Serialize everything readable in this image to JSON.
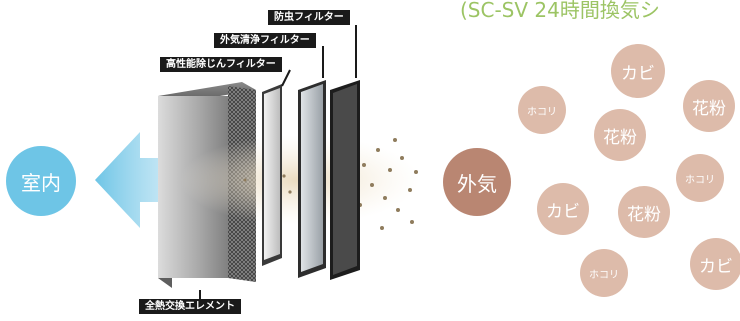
{
  "header": {
    "title": "(SC-SV 24時間換気シ"
  },
  "labels": {
    "insect_filter": "防虫フィルター",
    "outdoor_filter": "外気清浄フィルター",
    "dust_filter": "高性能除じんフィルター",
    "heat_element": "全熱交換エレメント"
  },
  "nodes": {
    "indoor": "室内",
    "outdoor": "外気"
  },
  "particles": [
    {
      "label": "カビ"
    },
    {
      "label": "花粉"
    },
    {
      "label": "ホコリ"
    },
    {
      "label": "花粉"
    },
    {
      "label": "ホコリ"
    },
    {
      "label": "カビ"
    },
    {
      "label": "花粉"
    },
    {
      "label": "ホコリ"
    },
    {
      "label": "カビ"
    }
  ],
  "colors": {
    "indoor": "#6ec5e6",
    "outdoor": "#b98672",
    "particle": "#ddbbaa",
    "title": "#9cc464"
  }
}
